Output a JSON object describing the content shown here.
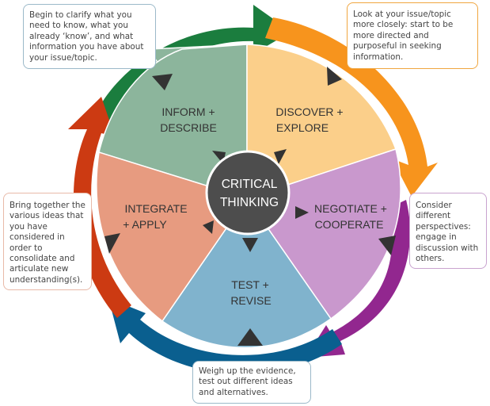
{
  "center": {
    "line1": "CRITICAL",
    "line2": "THINKING"
  },
  "segments": {
    "inform": {
      "line1": "INFORM +",
      "line2": "DESCRIBE"
    },
    "discover": {
      "line1": "DISCOVER +",
      "line2": "EXPLORE"
    },
    "negotiate": {
      "line1": "NEGOTIATE +",
      "line2": "COOPERATE"
    },
    "test": {
      "line1": "TEST +",
      "line2": "REVISE"
    },
    "integrate": {
      "line1": "INTEGRATE",
      "line2": "+ APPLY"
    }
  },
  "notes": {
    "inform": "Begin to clarify what you need to know, what you already ‘know’, and what information you have about your issue/topic.",
    "discover": "Look at your issue/topic more closely: start to be more directed and purposeful in seeking information.",
    "negotiate": "Consider different perspectives: engage in discussion with others.",
    "integrate": "Bring together the various ideas that you have considered in order to consolidate and articulate new understanding(s).",
    "test": "Weigh up the evidence, test out different ideas and alternatives."
  },
  "colors": {
    "inform": "#8cb59c",
    "discover": "#fbcf8a",
    "negotiate": "#c998cd",
    "test": "#80b3cd",
    "integrate": "#e79b80",
    "center": "#4d4d4d",
    "arrow_green": "#1b7d3e",
    "arrow_orange": "#f7941d",
    "arrow_purple": "#92278f",
    "arrow_blue": "#0a5f8f",
    "arrow_red": "#cc3a12"
  }
}
